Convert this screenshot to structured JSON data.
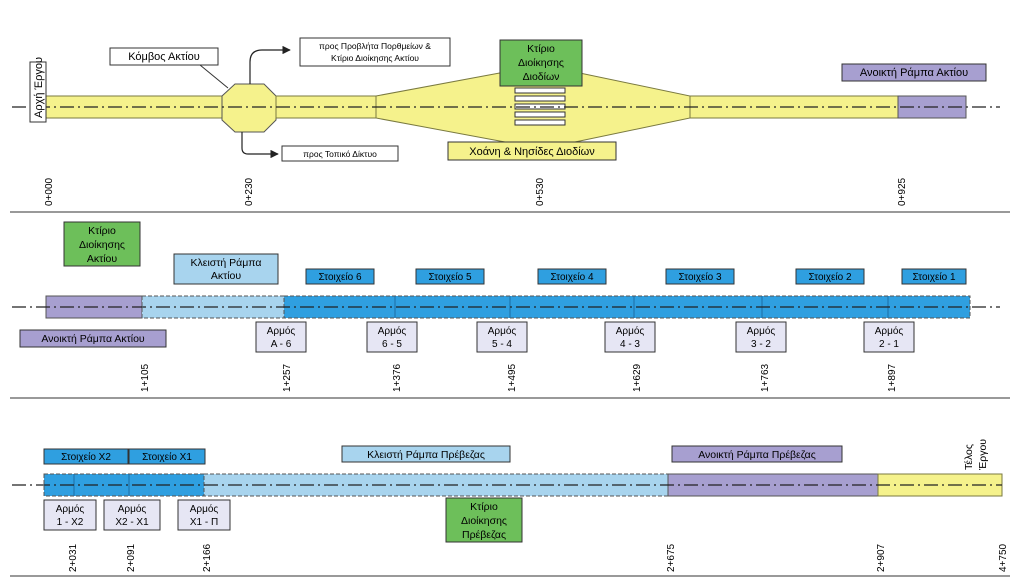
{
  "colors": {
    "yellow": "#f5f28c",
    "purple": "#a79fd0",
    "lightblue": "#a8d4ee",
    "blue": "#2f9fe0",
    "green": "#6dbf5a",
    "joint_box": "#e6e6f4",
    "centerline": "#222222"
  },
  "row1": {
    "start_label": "Αρχή Έργου",
    "kombos": "Κόμβος Ακτίου",
    "to_ferries_line1": "προς Προβλήτα Πορθμείων &",
    "to_ferries_line2": "Κτίριο Διοίκησης Ακτίου",
    "to_local": "προς Τοπικό Δίκτυο",
    "toll_building": [
      "Κτίριο",
      "Διοίκησης",
      "Διοδίων"
    ],
    "toll_islands": "Χοάνη & Νησίδες Διοδίων",
    "open_ramp": "Ανοικτή Ράμπα Ακτίου",
    "chainages": [
      "0+000",
      "0+230",
      "0+530",
      "0+925"
    ]
  },
  "row2": {
    "admin_building": [
      "Κτίριο",
      "Διοίκησης",
      "Ακτίου"
    ],
    "closed_ramp": [
      "Κλειστή Ράμπα",
      "Ακτίου"
    ],
    "open_ramp": "Ανοικτή Ράμπα Ακτίου",
    "elements": [
      "Στοιχείο 6",
      "Στοιχείο 5",
      "Στοιχείο 4",
      "Στοιχείο 3",
      "Στοιχείο 2",
      "Στοιχείο 1"
    ],
    "joints": [
      [
        "Αρμός",
        "Α - 6"
      ],
      [
        "Αρμός",
        "6 - 5"
      ],
      [
        "Αρμός",
        "5 - 4"
      ],
      [
        "Αρμός",
        "4 - 3"
      ],
      [
        "Αρμός",
        "3 - 2"
      ],
      [
        "Αρμός",
        "2 - 1"
      ]
    ],
    "chainages": [
      "1+105",
      "1+257",
      "1+376",
      "1+495",
      "1+629",
      "1+763",
      "1+897"
    ]
  },
  "row3": {
    "elements": [
      "Στοιχείο Χ2",
      "Στοιχείο Χ1"
    ],
    "closed_ramp": "Κλειστή Ράμπα Πρέβεζας",
    "open_ramp": "Ανοικτή Ράμπα Πρέβεζας",
    "end_label": [
      "Τέλος",
      "Έργου"
    ],
    "admin_building": [
      "Κτίριο",
      "Διοίκησης",
      "Πρέβεζας"
    ],
    "joints": [
      [
        "Αρμός",
        "1 - Χ2"
      ],
      [
        "Αρμός",
        "Χ2 - Χ1"
      ],
      [
        "Αρμός",
        "Χ1 - Π"
      ]
    ],
    "chainages": [
      "2+031",
      "2+091",
      "2+166",
      "2+675",
      "2+907",
      "4+750"
    ]
  }
}
